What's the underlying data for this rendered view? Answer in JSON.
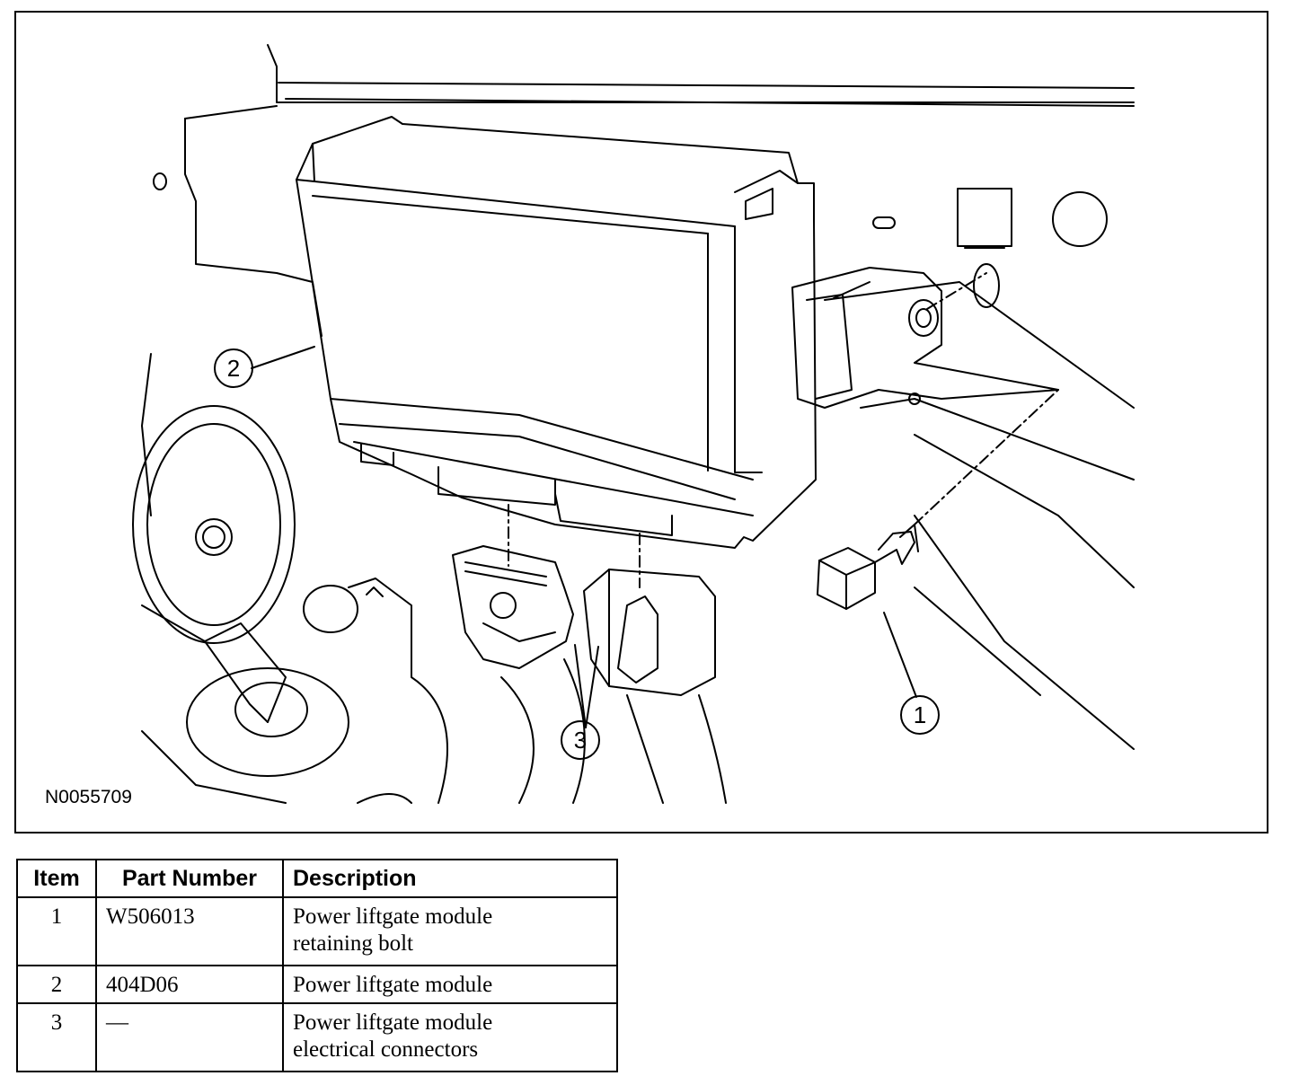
{
  "figure": {
    "id": "N0055709",
    "callouts": [
      "1",
      "2",
      "3"
    ]
  },
  "table": {
    "headers": [
      "Item",
      "Part Number",
      "Description"
    ],
    "rows": [
      {
        "item": "1",
        "part_number": "W506013",
        "description_lines": [
          "Power liftgate module",
          "retaining bolt"
        ]
      },
      {
        "item": "2",
        "part_number": "404D06",
        "description_lines": [
          "Power liftgate module"
        ]
      },
      {
        "item": "3",
        "part_number": "—",
        "description_lines": [
          "Power liftgate module",
          "electrical connectors"
        ]
      }
    ]
  }
}
